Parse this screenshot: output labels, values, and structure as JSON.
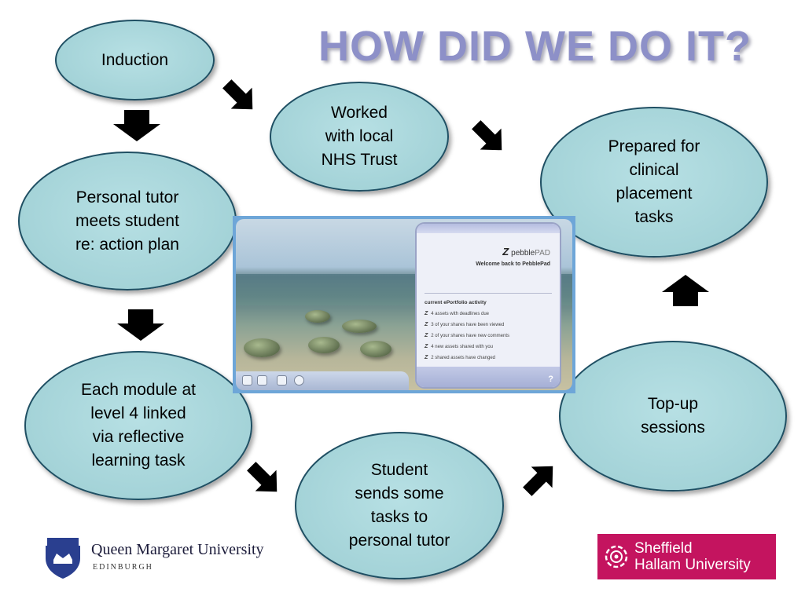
{
  "title": "HOW DID WE DO IT?",
  "nodes": {
    "induction": "Induction",
    "worked_nhs": "Worked\nwith local\nNHS Trust",
    "prepared": "Prepared for\nclinical\nplacement\ntasks",
    "personal_tutor": "Personal tutor\nmeets student\nre: action plan",
    "module": "Each module at\nlevel 4  linked\nvia reflective\nlearning task",
    "student_sends": "Student\nsends some\ntasks to\npersonal tutor",
    "topup": "Top-up\nsessions"
  },
  "pebblepad": {
    "brand_prefix": "pebble",
    "brand_suffix": "PAD",
    "welcome": "Welcome back to PebblePad",
    "heading": "current ePortfolio activity",
    "items": [
      "4 assets with deadlines due",
      "3 of your shares have been viewed",
      "2 of your shares have new comments",
      "4 new assets shared with you",
      "2 shared assets have changed"
    ],
    "help": "?"
  },
  "logos": {
    "qmu_name": "Queen Margaret University",
    "qmu_sub": "EDINBURGH",
    "shu": "Sheffield\nHallam University"
  },
  "colors": {
    "node_fill": "#a4d3d8",
    "node_border": "#1f4f63",
    "title": "#8d90c8",
    "arrow": "#000000",
    "shu_brand": "#c4145f",
    "qmu_shield": "#2a3f8f"
  }
}
